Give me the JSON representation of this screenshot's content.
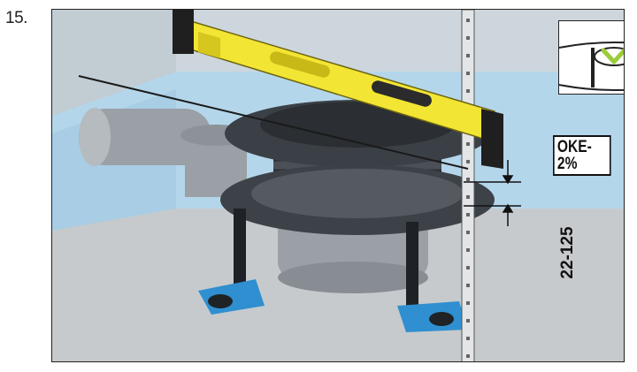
{
  "step_number": "15.",
  "labels": {
    "floor_level": "OKE-2%",
    "height_range": "22-125"
  },
  "icons": {
    "check": "checkmark-icon"
  },
  "colors": {
    "spirit_level": "#f3e533",
    "wall": "#c9d3da",
    "membrane": "#b9d8ea",
    "floor": "#c8cccf",
    "drain_dark": "#3b4046",
    "feet_blue": "#2f8fd0",
    "check_green": "#9ccc3a"
  }
}
